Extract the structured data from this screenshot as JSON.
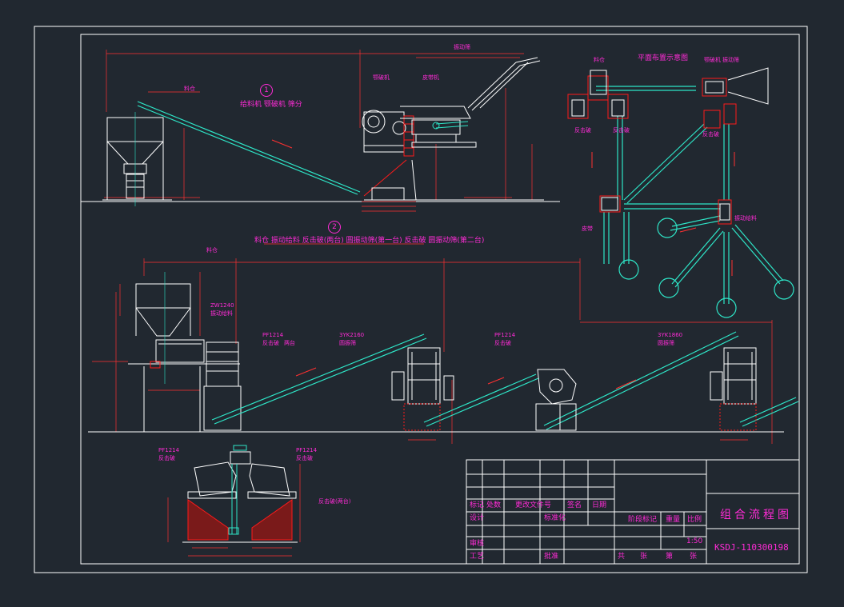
{
  "colors": {
    "background": "#212830",
    "frame": "#ffffff",
    "equipment": "#ffffff",
    "conveyor": "#2ee6c8",
    "dimension": "#ff3030",
    "annotation": "#ff2bd6",
    "hatch": "#ff1a1a"
  },
  "section1": {
    "number": "1",
    "title": "给料机 颚破机 筛分",
    "label_feeder": "料仓",
    "label_screen": "振动筛",
    "label_jaw": "颚破机",
    "label_belt": "皮带机"
  },
  "plan": {
    "title": "平面布置示意图",
    "label_silo": "料仓",
    "label_jaw": "颚破机",
    "label_screen": "振动筛",
    "label_impact": "反击破",
    "label_vibro": "振动给料",
    "label_belt": "皮带"
  },
  "section2": {
    "number": "2",
    "title": "料仓 振动给料 反击破(两台) 圆振动筛(第一台) 反击破 圆振动筛(第二台)",
    "silo_label": "料仓",
    "feeder_model": "ZW1240",
    "feeder_label": "振动给料",
    "impact1_model": "PF1214",
    "impact1_label": "反击破",
    "impact1_note": "两台",
    "screen1_model": "3YK2160",
    "screen1_label": "圆振筛",
    "impact2_model": "PF1214",
    "impact2_label": "反击破",
    "screen2_model": "3YK1860",
    "screen2_label": "圆振筛"
  },
  "detail": {
    "left_model": "PF1214",
    "left_label": "反击破",
    "right_model": "PF1214",
    "right_label": "反击破",
    "caption": "反击破(两台)"
  },
  "title_block": {
    "mark": "标记",
    "count": "处数",
    "change_doc": "更改文件号",
    "sign": "签名",
    "date": "日期",
    "design": "设计",
    "standard": "标准化",
    "review": "审核",
    "process": "工艺",
    "approve": "批准",
    "stage": "阶段标记",
    "weight": "重量",
    "scale_label": "比例",
    "scale": "1:50",
    "sheets_total": "共",
    "sheets": "张",
    "sheet_no": "第",
    "sheet_unit": "张",
    "drawing_title": "组合流程图",
    "drawing_code": "KSDJ-110300198"
  }
}
